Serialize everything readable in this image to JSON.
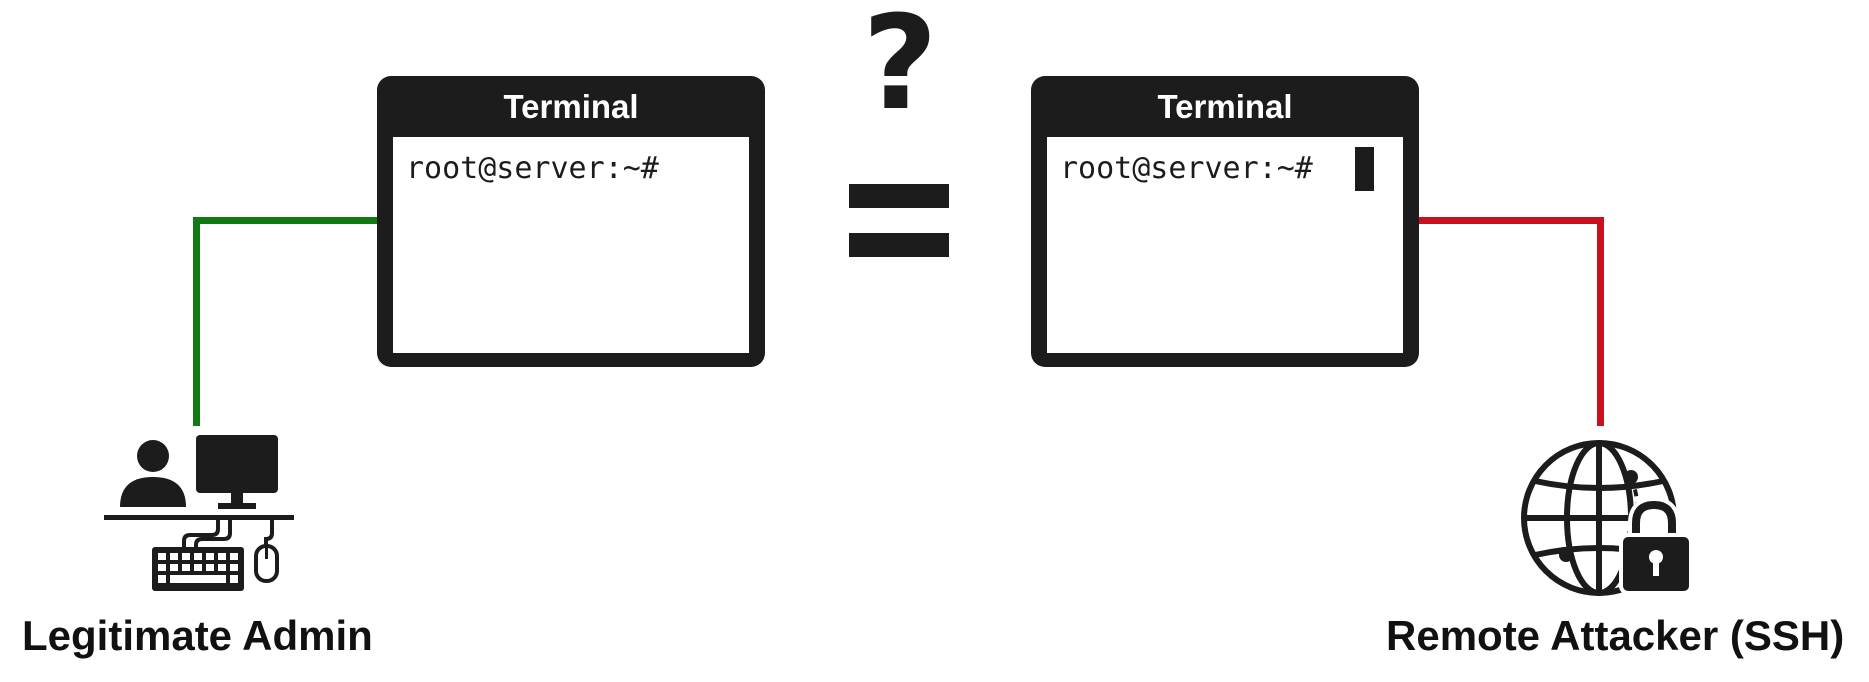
{
  "colors": {
    "legit_line": "#127a12",
    "attacker_line": "#c8101e",
    "dark": "#1c1c1c"
  },
  "left_terminal": {
    "title": "Terminal",
    "prompt": "root@server:~#"
  },
  "right_terminal": {
    "title": "Terminal",
    "prompt": "root@server:~#"
  },
  "comparison": {
    "question": "?"
  },
  "left_actor": {
    "icon": "admin-workstation-icon",
    "label": "Legitimate Admin"
  },
  "right_actor": {
    "icon": "globe-lock-icon",
    "label": "Remote Attacker (SSH)"
  }
}
